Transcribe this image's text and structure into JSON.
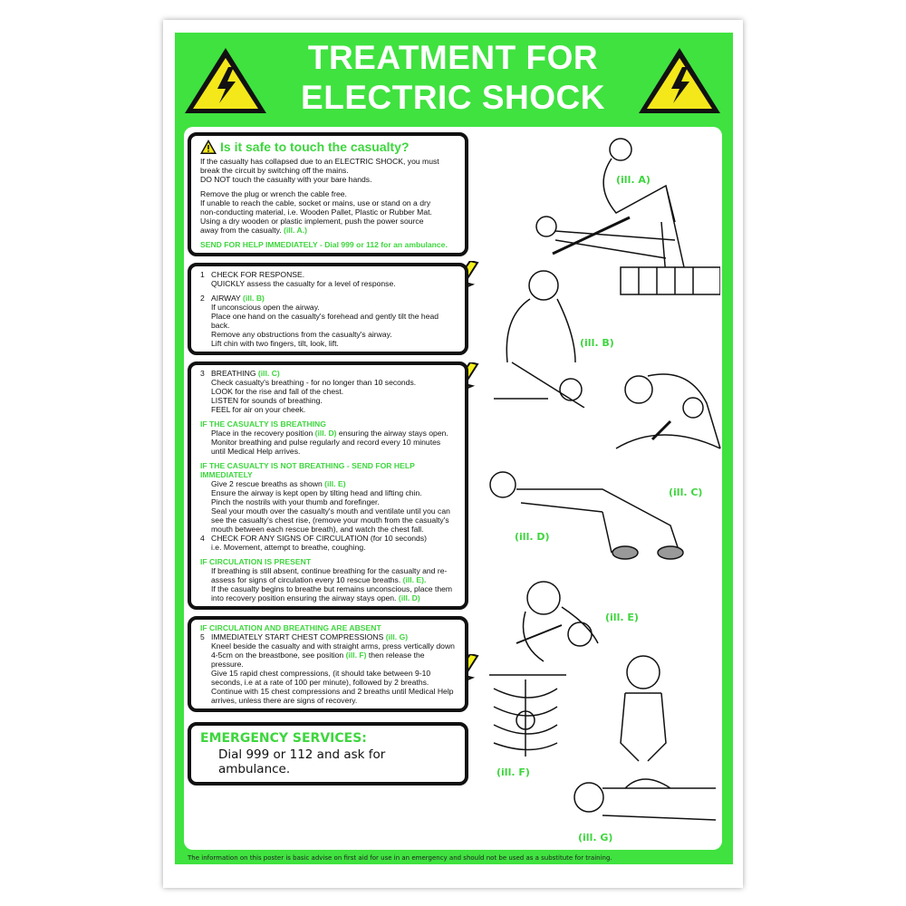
{
  "title": {
    "line1": "TREATMENT FOR",
    "line2": "ELECTRIC SHOCK"
  },
  "colors": {
    "green": "#3fe23f",
    "text_green": "#3ed63e",
    "arrow": "#f4f01a"
  },
  "box1": {
    "heading": "Is it safe to touch the casualty?",
    "p1": [
      "If the casualty has collapsed due to an ELECTRIC SHOCK, you must",
      "break the circuit by switching off the mains.",
      "DO NOT touch the casualty with your bare hands."
    ],
    "p2": [
      "Remove the plug or wrench the cable free.",
      "If unable to reach the cable, socket or mains, use or stand on a dry",
      "non-conducting material, i.e. Wooden Pallet, Plastic or Rubber Mat.",
      "Using a dry wooden or plastic implement, push the power source"
    ],
    "p2_last": "away from the casualty.",
    "ill": "(ill. A.)",
    "help": "SEND FOR HELP IMMEDIATELY - Dial 999 or 112 for an ambulance."
  },
  "box2": {
    "s1_num": "1",
    "s1_title": "CHECK FOR RESPONSE.",
    "s1_text": "QUICKLY assess the casualty for a level of response.",
    "s2_num": "2",
    "s2_title": "AIRWAY",
    "s2_ill": "(ill. B)",
    "s2_lines": [
      "If unconscious open the airway.",
      "Place one hand on the casualty's forehead and gently tilt the head back.",
      "Remove any obstructions from the casualty's airway.",
      "Lift chin with two fingers, tilt, look, lift."
    ]
  },
  "box3": {
    "s3_num": "3",
    "s3_title": "BREATHING",
    "s3_ill": "(ill. C)",
    "s3_lines": [
      "Check casualty's breathing - for no longer than 10 seconds.",
      "LOOK for the rise and fall of the chest.",
      "LISTEN for sounds of breathing.",
      "FEEL for air on your cheek."
    ],
    "breathing_head": "IF THE CASUALTY IS BREATHING",
    "breathing_a": "Place in the recovery position",
    "breathing_ill": "(ill. D)",
    "breathing_b": "ensuring the airway stays open.",
    "breathing_c": "Monitor breathing and pulse regularly and record every 10 minutes until Medical Help arrives.",
    "not_head": "IF THE CASUALTY IS NOT BREATHING - SEND FOR HELP IMMEDIATELY",
    "not_a": "Give 2 rescue breaths as shown",
    "not_ill": "(ill. E)",
    "not_lines": [
      "Ensure the airway is kept open by tilting head and lifting chin.",
      "Pinch the nostrils with your thumb and forefinger.",
      "Seal your mouth over the casualty's mouth and ventilate until you can see the casualty's chest rise, (remove your mouth from the casualty's mouth between each rescue breath), and watch the chest fall."
    ],
    "s4_num": "4",
    "s4_title": "CHECK FOR ANY SIGNS OF CIRCULATION (for 10 seconds)",
    "s4_text": "i.e. Movement, attempt to breathe, coughing.",
    "circ_head": "IF CIRCULATION IS PRESENT",
    "circ_a": "If breathing is still absent, continue breathing for the casualty and re-assess for signs of circulation every 10 rescue breaths.",
    "circ_ill1": "(ill. E).",
    "circ_b": "If the casualty begins to breathe but remains unconscious, place them into recovery position ensuring the airway stays open.",
    "circ_ill2": "(ill. D)"
  },
  "box4": {
    "head": "IF CIRCULATION AND BREATHING ARE ABSENT",
    "s5_num": "5",
    "s5_title": "IMMEDIATELY START CHEST COMPRESSIONS",
    "s5_ill": "(ill. G)",
    "a": "Kneel beside the casualty and with straight arms, press vertically down 4-5cm on the breastbone, see position",
    "a_ill": "(ill. F)",
    "a_end": "then release the pressure.",
    "b": "Give 15 rapid chest compressions, (it should take between 9-10 seconds, i.e at a rate of 100 per minute), followed by 2 breaths.",
    "c": "Continue with 15 chest compressions and 2 breaths until Medical Help arrives, unless there are signs of recovery."
  },
  "emergency": {
    "title": "EMERGENCY SERVICES:",
    "text": "Dial 999 or 112 and ask for ambulance."
  },
  "illustrations": {
    "a": "(ill. A)",
    "b": "(ill. B)",
    "c": "(ill. C)",
    "d": "(ill. D)",
    "e": "(ill. E)",
    "f": "(ill. F)",
    "g": "(ill. G)"
  },
  "footer": "The information on this poster is basic advise on first aid for use in an emergency and should not be used as a substitute for training."
}
